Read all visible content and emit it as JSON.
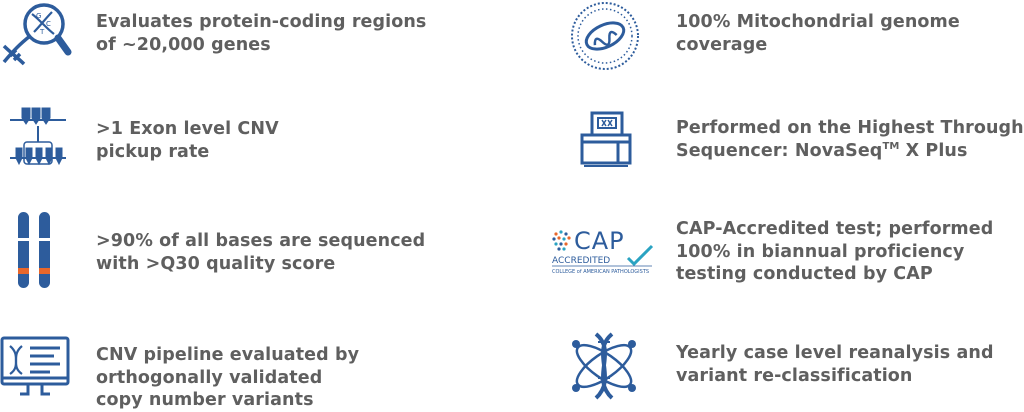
{
  "features": [
    {
      "icon": "dna-magnifier-icon",
      "lines": [
        "Evaluates protein-coding regions",
        "of ~20,000 genes"
      ]
    },
    {
      "icon": "exon-probe-icon",
      "lines": [
        ">1 Exon level CNV",
        "pickup rate"
      ]
    },
    {
      "icon": "chromosome-icon",
      "lines": [
        ">90% of all bases are sequenced",
        "with >Q30 quality score"
      ]
    },
    {
      "icon": "monitor-dna-icon",
      "lines": [
        "CNV pipeline evaluated by",
        "orthogonally validated",
        "copy number variants"
      ]
    },
    {
      "icon": "mitochondria-icon",
      "lines": [
        "100% Mitochondrial genome",
        "coverage"
      ]
    },
    {
      "icon": "sequencer-icon",
      "lines": [
        "Performed on the Highest Throughput",
        "Sequencer: NovaSeq",
        "TM",
        " X Plus"
      ]
    },
    {
      "icon": "cap-accredited-logo",
      "logo_text": {
        "big": "CAP",
        "accredited": "ACCREDITED",
        "college": "COLLEGE of AMERICAN PATHOLOGISTS"
      },
      "lines": [
        "CAP-Accredited test; performed",
        "100% in biannual proficiency",
        "testing conducted by CAP"
      ]
    },
    {
      "icon": "atom-dna-icon",
      "lines": [
        "Yearly case level reanalysis and",
        "variant re-classification"
      ]
    }
  ],
  "colors": {
    "icon_blue": "#2d5c9c",
    "accent_orange": "#e8672b",
    "text": "#5f5f5f",
    "cap_teal": "#2aa3c2"
  }
}
